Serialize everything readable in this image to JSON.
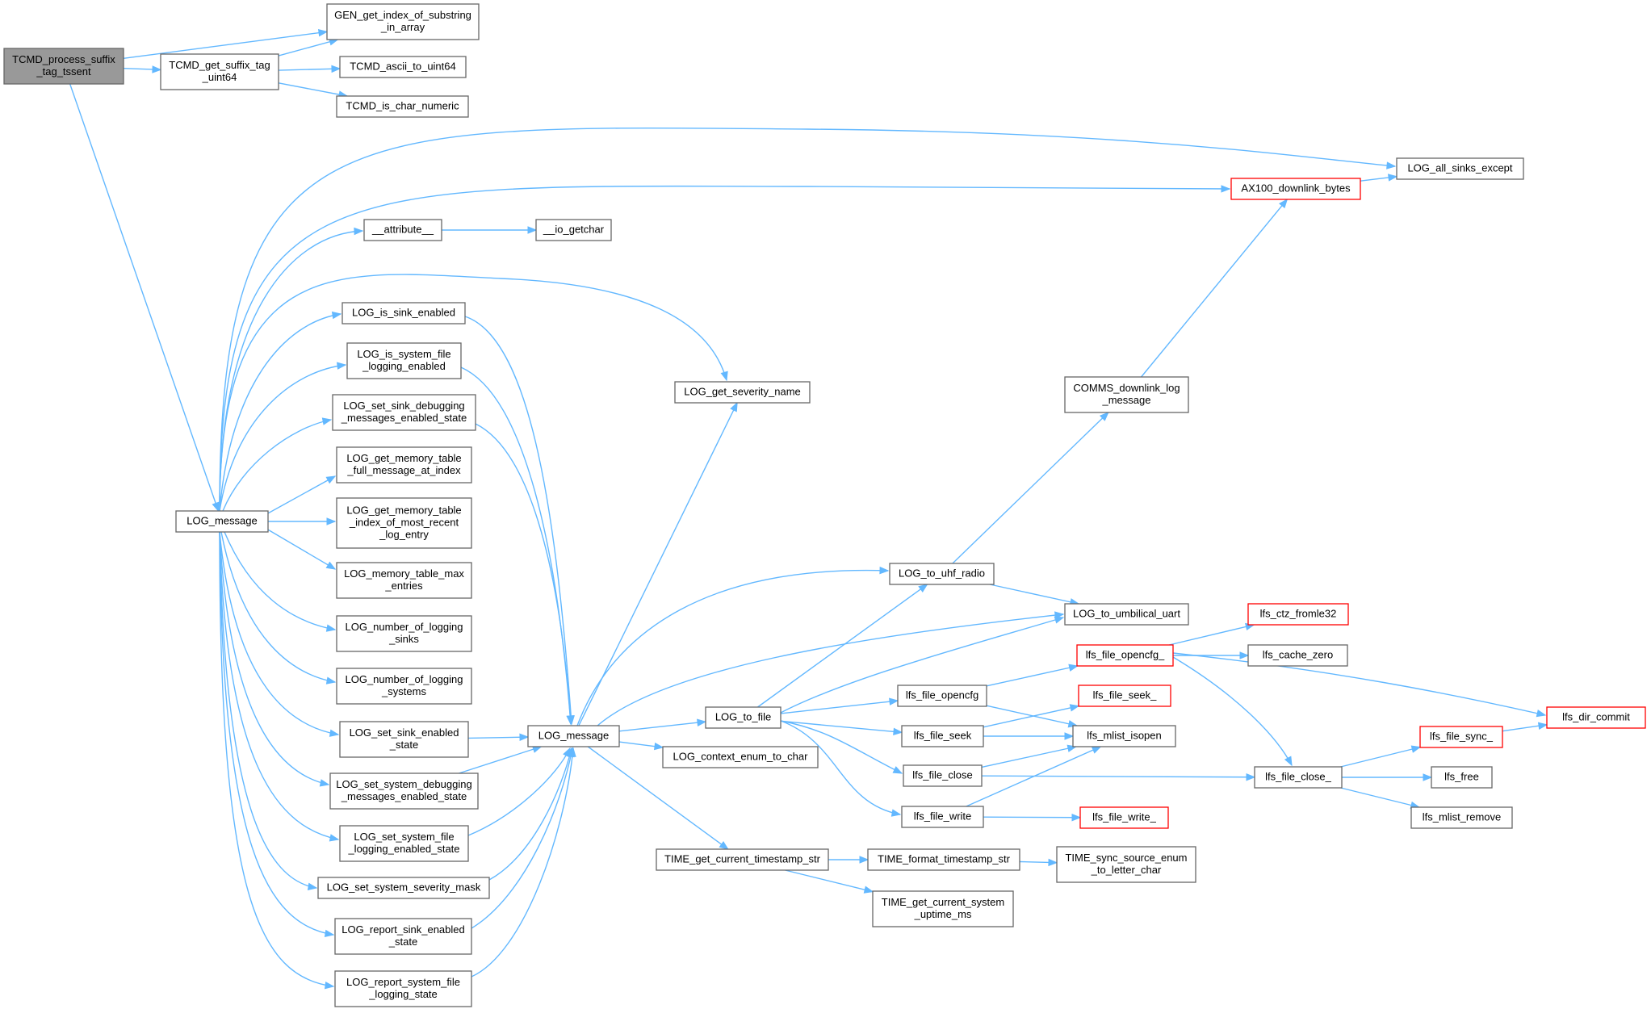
{
  "nodes": [
    {
      "id": "tcmd_process",
      "lines": [
        "TCMD_process_suffix",
        "_tag_tssent"
      ],
      "style": "root"
    },
    {
      "id": "gen_get_index",
      "lines": [
        "GEN_get_index_of_substring",
        "_in_array"
      ]
    },
    {
      "id": "tcmd_get_suffix",
      "lines": [
        "TCMD_get_suffix_tag",
        "_uint64"
      ]
    },
    {
      "id": "tcmd_ascii",
      "lines": [
        "TCMD_ascii_to_uint64"
      ]
    },
    {
      "id": "tcmd_is_char",
      "lines": [
        "TCMD_is_char_numeric"
      ]
    },
    {
      "id": "log_all_sinks",
      "lines": [
        "LOG_all_sinks_except"
      ]
    },
    {
      "id": "ax100",
      "lines": [
        "AX100_downlink_bytes"
      ],
      "style": "truncated"
    },
    {
      "id": "attribute",
      "lines": [
        "__attribute__"
      ]
    },
    {
      "id": "io_getchar",
      "lines": [
        "__io_getchar"
      ]
    },
    {
      "id": "log_is_sink",
      "lines": [
        "LOG_is_sink_enabled"
      ]
    },
    {
      "id": "log_is_system_file",
      "lines": [
        "LOG_is_system_file",
        "_logging_enabled"
      ]
    },
    {
      "id": "log_get_severity",
      "lines": [
        "LOG_get_severity_name"
      ]
    },
    {
      "id": "comms_downlink",
      "lines": [
        "COMMS_downlink_log",
        "_message"
      ]
    },
    {
      "id": "log_set_sink_debug",
      "lines": [
        "LOG_set_sink_debugging",
        "_messages_enabled_state"
      ]
    },
    {
      "id": "log_get_mem_full",
      "lines": [
        "LOG_get_memory_table",
        "_full_message_at_index"
      ]
    },
    {
      "id": "log_message_left",
      "lines": [
        "LOG_message"
      ]
    },
    {
      "id": "log_get_mem_index",
      "lines": [
        "LOG_get_memory_table",
        "_index_of_most_recent",
        "_log_entry"
      ]
    },
    {
      "id": "log_mem_max",
      "lines": [
        "LOG_memory_table_max",
        "_entries"
      ]
    },
    {
      "id": "log_to_uhf",
      "lines": [
        "LOG_to_uhf_radio"
      ]
    },
    {
      "id": "log_to_umb",
      "lines": [
        "LOG_to_umbilical_uart"
      ]
    },
    {
      "id": "lfs_ctz",
      "lines": [
        "lfs_ctz_fromle32"
      ],
      "style": "truncated"
    },
    {
      "id": "log_num_sinks",
      "lines": [
        "LOG_number_of_logging",
        "_sinks"
      ]
    },
    {
      "id": "lfs_file_opencfg_",
      "lines": [
        "lfs_file_opencfg_"
      ],
      "style": "truncated"
    },
    {
      "id": "lfs_cache_zero",
      "lines": [
        "lfs_cache_zero"
      ]
    },
    {
      "id": "log_num_systems",
      "lines": [
        "LOG_number_of_logging",
        "_systems"
      ]
    },
    {
      "id": "lfs_file_opencfg",
      "lines": [
        "lfs_file_opencfg"
      ]
    },
    {
      "id": "lfs_file_seek_",
      "lines": [
        "lfs_file_seek_"
      ],
      "style": "truncated"
    },
    {
      "id": "log_set_sink_enabled",
      "lines": [
        "LOG_set_sink_enabled",
        "_state"
      ]
    },
    {
      "id": "log_to_file",
      "lines": [
        "LOG_to_file"
      ]
    },
    {
      "id": "lfs_dir_commit",
      "lines": [
        "lfs_dir_commit"
      ],
      "style": "truncated"
    },
    {
      "id": "log_message_right",
      "lines": [
        "LOG_message"
      ]
    },
    {
      "id": "lfs_file_seek",
      "lines": [
        "lfs_file_seek"
      ]
    },
    {
      "id": "lfs_mlist_isopen",
      "lines": [
        "lfs_mlist_isopen"
      ]
    },
    {
      "id": "lfs_file_sync_",
      "lines": [
        "lfs_file_sync_"
      ],
      "style": "truncated"
    },
    {
      "id": "log_context_enum",
      "lines": [
        "LOG_context_enum_to_char"
      ]
    },
    {
      "id": "log_set_sys_debug",
      "lines": [
        "LOG_set_system_debugging",
        "_messages_enabled_state"
      ]
    },
    {
      "id": "lfs_file_close",
      "lines": [
        "lfs_file_close"
      ]
    },
    {
      "id": "lfs_file_close_",
      "lines": [
        "lfs_file_close_"
      ]
    },
    {
      "id": "lfs_free",
      "lines": [
        "lfs_free"
      ]
    },
    {
      "id": "lfs_file_write",
      "lines": [
        "lfs_file_write"
      ]
    },
    {
      "id": "lfs_file_write_",
      "lines": [
        "lfs_file_write_"
      ],
      "style": "truncated"
    },
    {
      "id": "lfs_mlist_remove",
      "lines": [
        "lfs_mlist_remove"
      ]
    },
    {
      "id": "log_set_sys_file",
      "lines": [
        "LOG_set_system_file",
        "_logging_enabled_state"
      ]
    },
    {
      "id": "time_get_ts",
      "lines": [
        "TIME_get_current_timestamp_str"
      ]
    },
    {
      "id": "time_format_ts",
      "lines": [
        "TIME_format_timestamp_str"
      ]
    },
    {
      "id": "time_sync_source",
      "lines": [
        "TIME_sync_source_enum",
        "_to_letter_char"
      ]
    },
    {
      "id": "log_set_sys_sev",
      "lines": [
        "LOG_set_system_severity_mask"
      ]
    },
    {
      "id": "time_get_uptime",
      "lines": [
        "TIME_get_current_system",
        "_uptime_ms"
      ]
    },
    {
      "id": "log_report_sink",
      "lines": [
        "LOG_report_sink_enabled",
        "_state"
      ]
    },
    {
      "id": "log_report_sys_file",
      "lines": [
        "LOG_report_system_file",
        "_logging_state"
      ]
    }
  ],
  "edges": [
    [
      "tcmd_process",
      "gen_get_index"
    ],
    [
      "tcmd_process",
      "tcmd_get_suffix"
    ],
    [
      "tcmd_process",
      "log_message_left"
    ],
    [
      "tcmd_get_suffix",
      "gen_get_index"
    ],
    [
      "tcmd_get_suffix",
      "tcmd_ascii"
    ],
    [
      "tcmd_get_suffix",
      "tcmd_is_char"
    ],
    [
      "log_message_left",
      "log_all_sinks"
    ],
    [
      "log_message_left",
      "ax100"
    ],
    [
      "log_message_left",
      "attribute"
    ],
    [
      "log_message_left",
      "log_is_sink"
    ],
    [
      "log_message_left",
      "log_is_system_file"
    ],
    [
      "log_message_left",
      "log_get_severity"
    ],
    [
      "log_message_left",
      "log_set_sink_debug"
    ],
    [
      "log_message_left",
      "log_get_mem_full"
    ],
    [
      "log_message_left",
      "log_get_mem_index"
    ],
    [
      "log_message_left",
      "log_mem_max"
    ],
    [
      "log_message_left",
      "log_num_sinks"
    ],
    [
      "log_message_left",
      "log_num_systems"
    ],
    [
      "log_message_left",
      "log_set_sink_enabled"
    ],
    [
      "log_message_left",
      "log_set_sys_debug"
    ],
    [
      "log_message_left",
      "log_set_sys_file"
    ],
    [
      "log_message_left",
      "log_set_sys_sev"
    ],
    [
      "log_message_left",
      "log_report_sink"
    ],
    [
      "log_message_left",
      "log_report_sys_file"
    ],
    [
      "attribute",
      "io_getchar"
    ],
    [
      "log_is_sink",
      "log_message_right"
    ],
    [
      "log_is_system_file",
      "log_message_right"
    ],
    [
      "log_set_sink_debug",
      "log_message_right"
    ],
    [
      "log_set_sink_enabled",
      "log_message_right"
    ],
    [
      "log_set_sys_debug",
      "log_message_right"
    ],
    [
      "log_set_sys_file",
      "log_message_right"
    ],
    [
      "log_set_sys_sev",
      "log_message_right"
    ],
    [
      "log_report_sink",
      "log_message_right"
    ],
    [
      "log_report_sys_file",
      "log_message_right"
    ],
    [
      "log_message_right",
      "log_get_severity"
    ],
    [
      "log_message_right",
      "log_to_uhf"
    ],
    [
      "log_message_right",
      "log_to_umb"
    ],
    [
      "log_message_right",
      "log_to_file"
    ],
    [
      "log_message_right",
      "log_context_enum"
    ],
    [
      "log_message_right",
      "time_get_ts"
    ],
    [
      "ax100",
      "log_all_sinks"
    ],
    [
      "comms_downlink",
      "ax100"
    ],
    [
      "log_to_uhf",
      "comms_downlink"
    ],
    [
      "log_to_uhf",
      "log_to_umb"
    ],
    [
      "log_to_file",
      "log_to_uhf"
    ],
    [
      "log_to_file",
      "log_to_umb"
    ],
    [
      "log_to_file",
      "lfs_file_opencfg"
    ],
    [
      "log_to_file",
      "lfs_file_seek"
    ],
    [
      "log_to_file",
      "lfs_file_close"
    ],
    [
      "log_to_file",
      "lfs_file_write"
    ],
    [
      "lfs_file_opencfg",
      "lfs_file_opencfg_"
    ],
    [
      "lfs_file_opencfg",
      "lfs_mlist_isopen"
    ],
    [
      "lfs_file_seek",
      "lfs_file_seek_"
    ],
    [
      "lfs_file_seek",
      "lfs_mlist_isopen"
    ],
    [
      "lfs_file_close",
      "lfs_mlist_isopen"
    ],
    [
      "lfs_file_close",
      "lfs_file_close_"
    ],
    [
      "lfs_file_write",
      "lfs_mlist_isopen"
    ],
    [
      "lfs_file_write",
      "lfs_file_write_"
    ],
    [
      "lfs_file_opencfg_",
      "lfs_ctz"
    ],
    [
      "lfs_file_opencfg_",
      "lfs_cache_zero"
    ],
    [
      "lfs_file_opencfg_",
      "lfs_dir_commit"
    ],
    [
      "lfs_file_opencfg_",
      "lfs_file_close_"
    ],
    [
      "lfs_file_close_",
      "lfs_file_sync_"
    ],
    [
      "lfs_file_close_",
      "lfs_free"
    ],
    [
      "lfs_file_close_",
      "lfs_mlist_remove"
    ],
    [
      "lfs_file_sync_",
      "lfs_dir_commit"
    ],
    [
      "time_get_ts",
      "time_format_ts"
    ],
    [
      "time_get_ts",
      "time_get_uptime"
    ],
    [
      "time_format_ts",
      "time_sync_source"
    ]
  ]
}
